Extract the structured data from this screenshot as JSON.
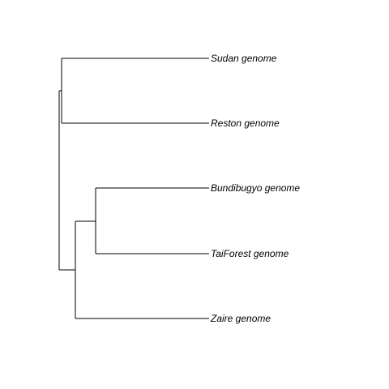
{
  "tree": {
    "line_color": "#000000",
    "tips": [
      {
        "id": "sudan",
        "label": "Sudan genome"
      },
      {
        "id": "reston",
        "label": "Reston genome"
      },
      {
        "id": "bundibugyo",
        "label": "Bundibugyo genome"
      },
      {
        "id": "taiforest",
        "label": "TaiForest genome"
      },
      {
        "id": "zaire",
        "label": "Zaire genome"
      }
    ],
    "topology": "((Sudan genome, Reston genome), ((Bundibugyo genome, TaiForest genome), Zaire genome))"
  }
}
